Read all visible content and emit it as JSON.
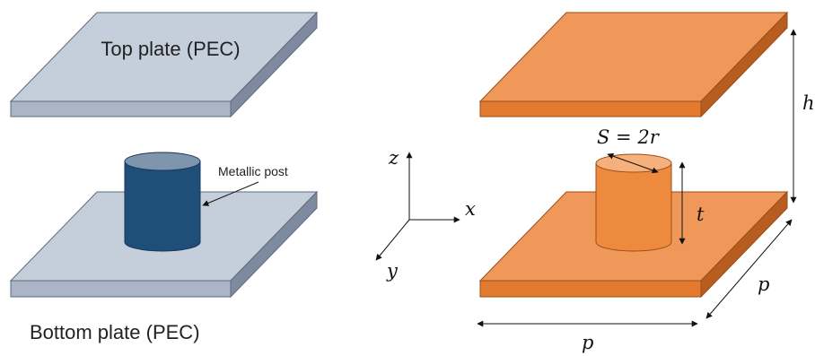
{
  "left_panel": {
    "top_plate_label": "Top plate (PEC)",
    "post_label": "Metallic post",
    "bottom_plate_label": "Bottom plate (PEC)"
  },
  "axes": {
    "z": "z",
    "x": "x",
    "y": "y"
  },
  "right_panel": {
    "diameter_label": "S = 2r",
    "height_label": "h",
    "post_height_label": "t",
    "period_side_label": "p",
    "period_bottom_label": "p"
  },
  "colors": {
    "plate_grey_top": "#c5cfdb",
    "plate_grey_front": "#aab5c6",
    "plate_grey_side": "#7d8aa0",
    "post_blue": "#1f4e79",
    "post_blue_top": "#7f95ad",
    "plate_orange_top": "#f0975a",
    "plate_orange_front": "#e27a2f",
    "plate_orange_side": "#b75d1f",
    "post_orange": "#ee8a3e",
    "post_orange_top": "#f5b07c"
  }
}
